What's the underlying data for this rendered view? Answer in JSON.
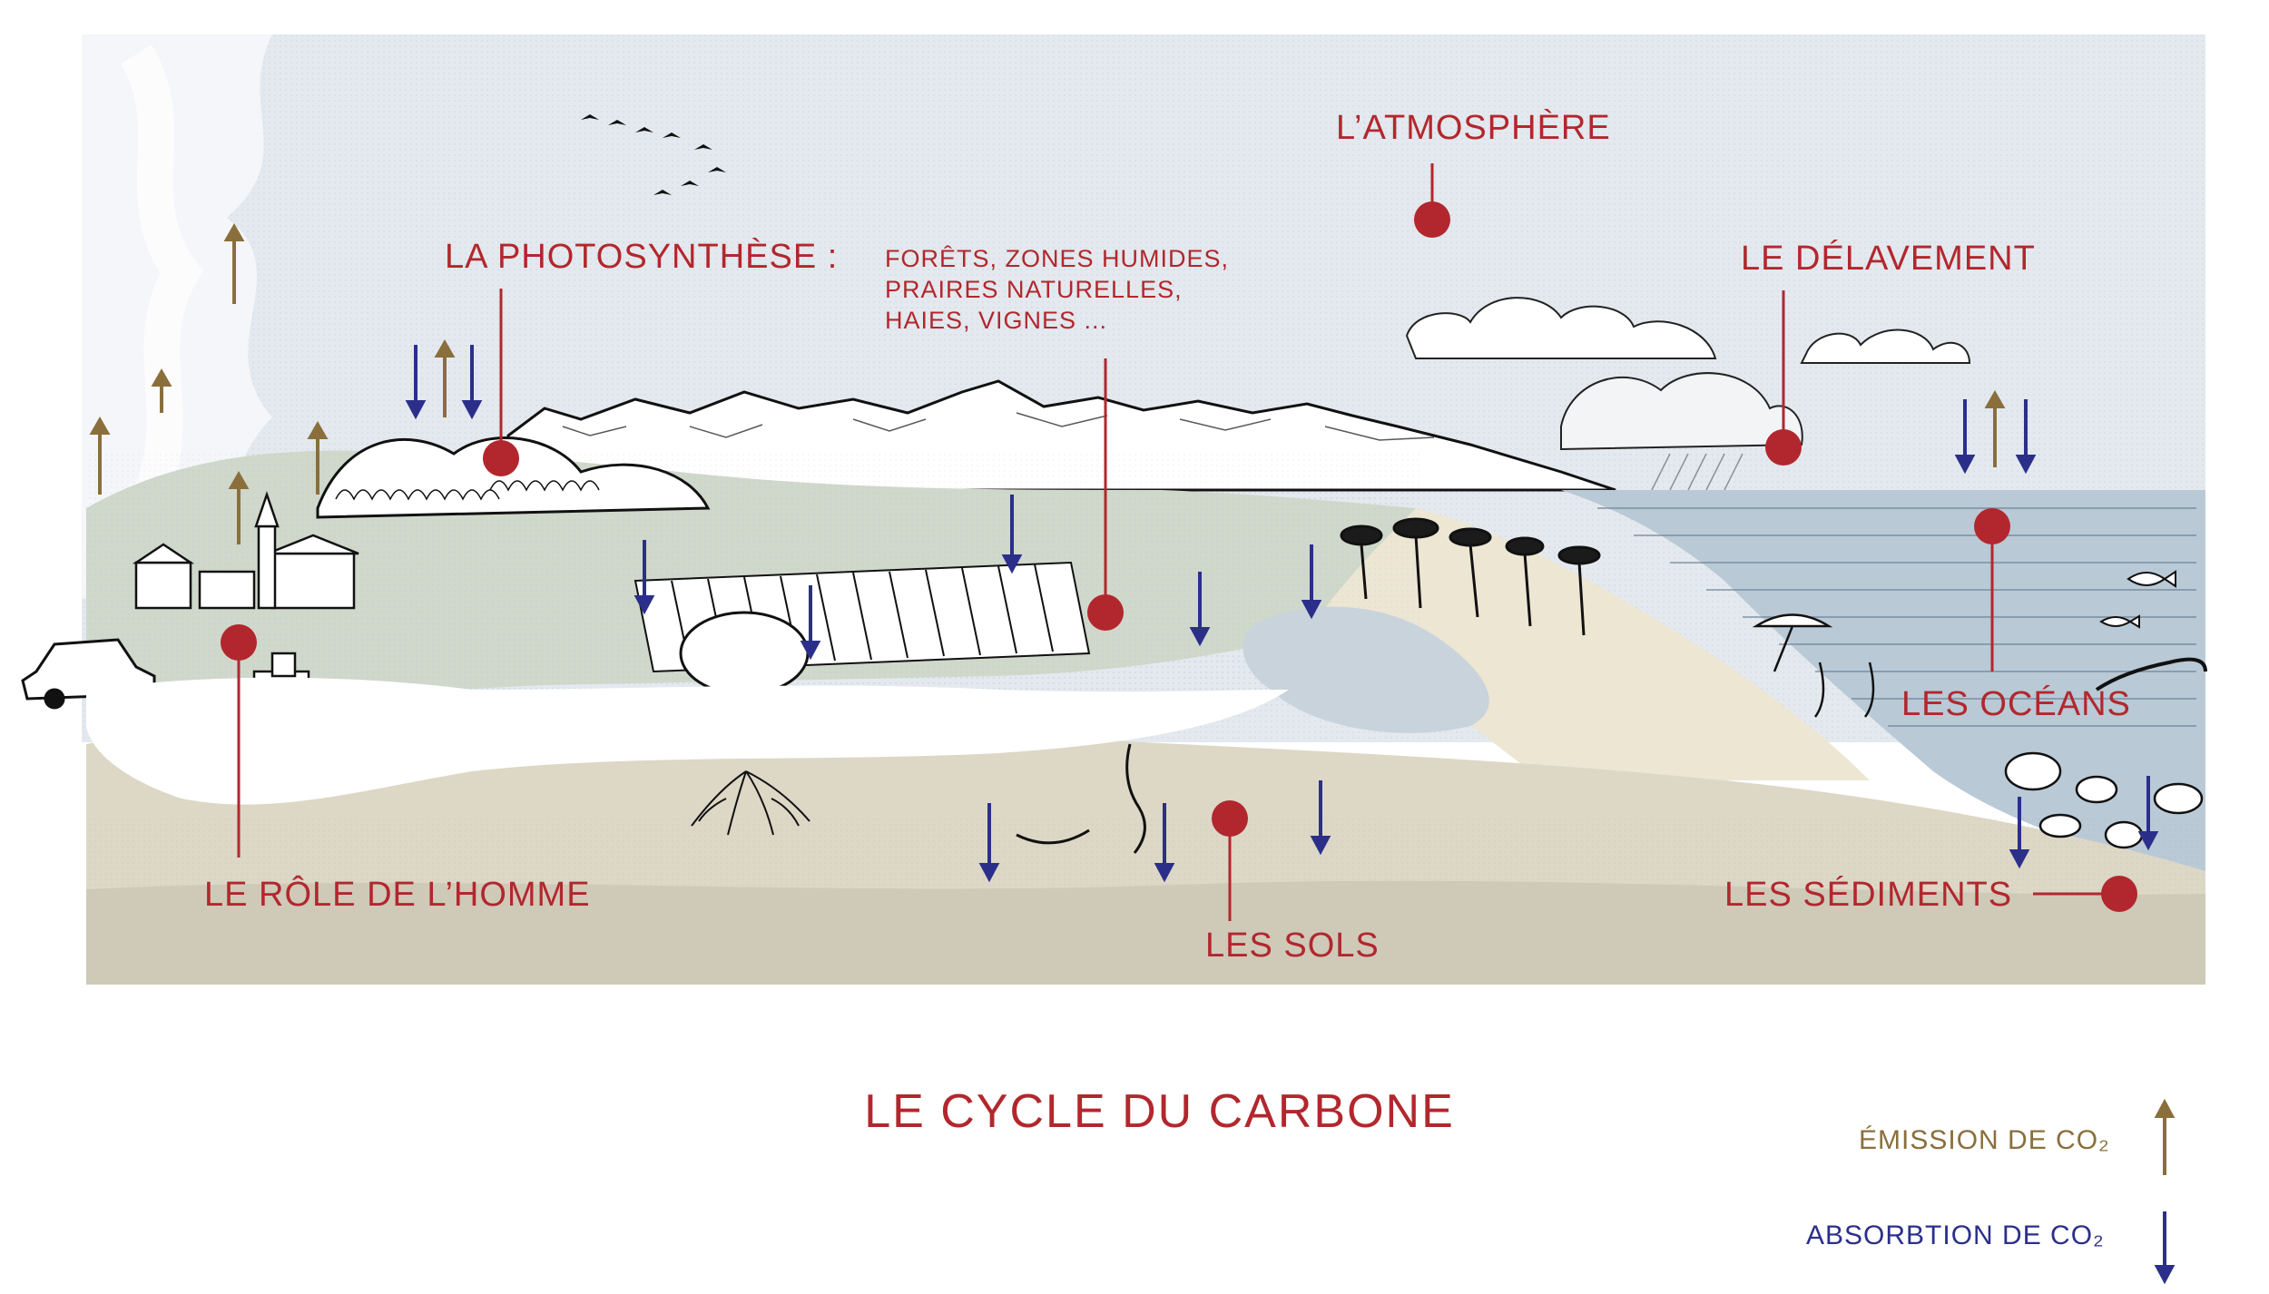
{
  "title": "LE CYCLE DU CARBONE",
  "labels": {
    "atmosphere": "L’ATMOSPHÈRE",
    "photosynthese": "LA PHOTOSYNTHÈSE :",
    "photosynthese_details": [
      "FORÊTS, ZONES HUMIDES,",
      "PRAIRES NATURELLES,",
      "HAIES, VIGNES ..."
    ],
    "delavement": "LE DÉLAVEMENT",
    "oceans": "LES OCÉANS",
    "role_homme": "LE RÔLE DE L’HOMME",
    "sols": "LES SOLS",
    "sediments": "LES SÉDIMENTS"
  },
  "legend": {
    "emission": "ÉMISSION DE CO₂",
    "absorption": "ABSORBTION DE CO₂"
  },
  "colors": {
    "accent_red": "#b2272d",
    "emission_arrow": "#8a6f3c",
    "absorption_arrow": "#2b2f8a",
    "sky": "#e3e9ee",
    "field_green": "#cfd8cb",
    "sea": "#b9c9d6",
    "soil": "#ddd7c6",
    "sand": "#ece6d3"
  }
}
